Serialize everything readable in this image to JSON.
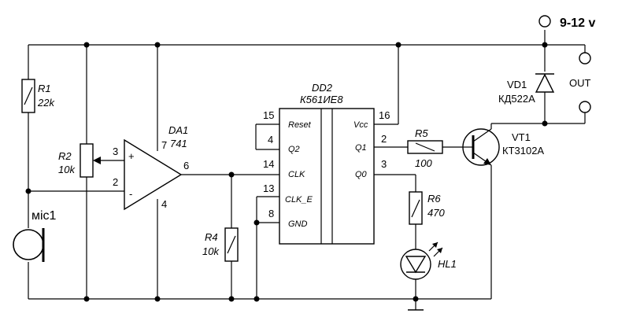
{
  "supply": {
    "label": "9-12 v"
  },
  "output": {
    "label": "OUT"
  },
  "components": {
    "r1": {
      "ref": "R1",
      "value": "22k"
    },
    "r2": {
      "ref": "R2",
      "value": "10k"
    },
    "r4": {
      "ref": "R4",
      "value": "10k"
    },
    "r5": {
      "ref": "R5",
      "value": "100"
    },
    "r6": {
      "ref": "R6",
      "value": "470"
    },
    "da1": {
      "ref": "DA1",
      "value": "741",
      "pin_plus": "3",
      "pin_minus": "2",
      "pin_vcc": "7",
      "pin_gnd": "4",
      "pin_out": "6",
      "plus_sign": "+",
      "minus_sign": "-"
    },
    "dd2": {
      "ref": "DD2",
      "value": "К561ИЕ8",
      "left_pins": [
        {
          "num": "15",
          "name": "Reset"
        },
        {
          "num": "4",
          "name": "Q2"
        },
        {
          "num": "14",
          "name": "CLK"
        },
        {
          "num": "13",
          "name": "CLK_E"
        },
        {
          "num": "8",
          "name": "GND"
        }
      ],
      "right_pins": [
        {
          "num": "16",
          "name": "Vcc"
        },
        {
          "num": "2",
          "name": "Q1"
        },
        {
          "num": "3",
          "name": "Q0"
        }
      ]
    },
    "vd1": {
      "ref": "VD1",
      "value": "КД522А"
    },
    "vt1": {
      "ref": "VT1",
      "value": "КТ3102А"
    },
    "hl1": {
      "ref": "HL1"
    },
    "mic1": {
      "ref": "мic1"
    }
  }
}
